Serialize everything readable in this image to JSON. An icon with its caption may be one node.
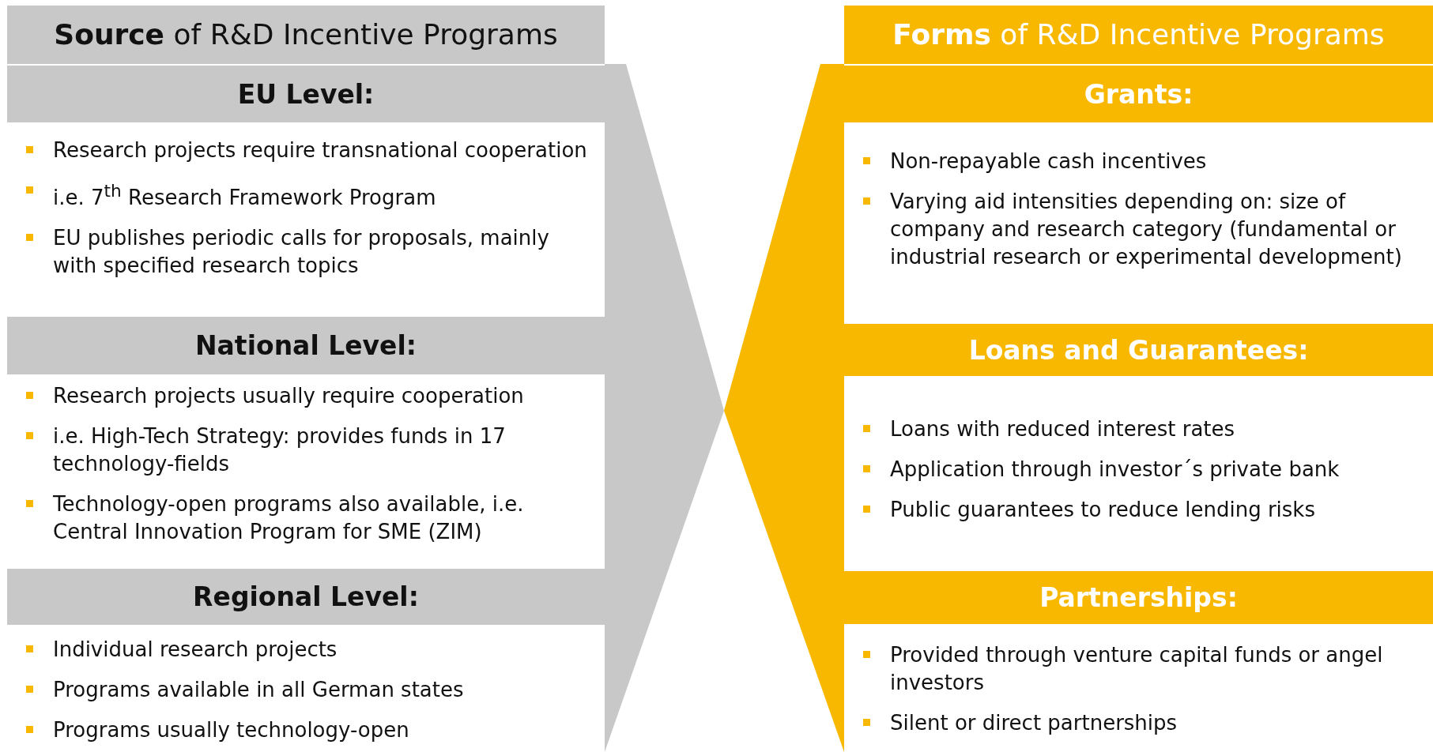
{
  "diagram": {
    "nodes": [
      {
        "text": [
          "**Source** of R&D Incentive Programs"
        ]
      },
      {
        "text": [
          "EU Level:",
          "Research projects require transnational cooperation",
          "i.e. 7$^{th}$ Research Framework Program",
          "EU publishes periodic calls for proposals, mainly with specified research topics"
        ]
      },
      {
        "text": [
          "National Level:",
          "Research projects usually require cooperation",
          "i.e. High-Tech Strategy: provides funds in 17 technology-fields",
          "Technology-open programs also available, i.e. Central Innovation Program for SME (ZIM)"
        ]
      },
      {
        "text": [
          "Regional Level:",
          "Individual research projects",
          "Programs available in all German states",
          "Programs usually technology-open"
        ]
      },
      {
        "text": [
          "**Forms** of R&D Incentive Programs"
        ]
      },
      {
        "text": [
          "Grants:",
          "Non-repayable cash incentives",
          "Varying aid intensities depending on: size of company and research category (fundamental or industrial research or experimental development)"
        ]
      },
      {
        "text": [
          "Loans and Guarantees:",
          "Loans with reduced interest rates",
          "Application through investor´s private bank",
          "Public guarantees to reduce lending risks"
        ]
      },
      {
        "text": [
          "Partnerships:",
          "Provided through venture capital funds or angel investors",
          "Silent or direct partnerships"
        ]
      }
    ]
  }
}
